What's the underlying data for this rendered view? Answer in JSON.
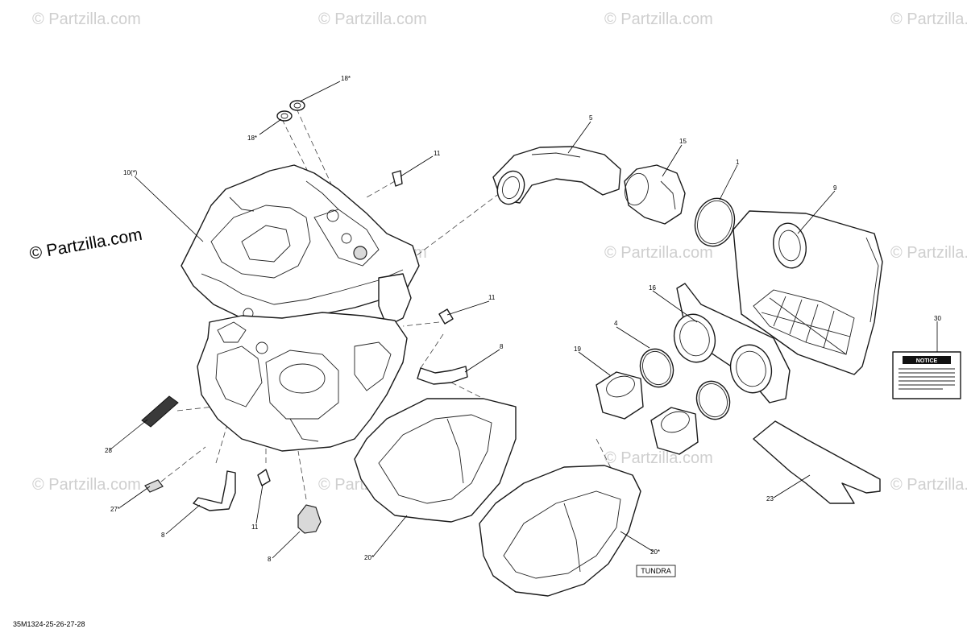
{
  "watermark": "© Partzilla.com",
  "copyright": "© Partzilla.com",
  "reference_code": "35M1324-25-26-27-28",
  "tundra_label": "TUNDRA",
  "notice_title": "NOTICE",
  "callouts": {
    "c18a": "18*",
    "c18b": "18*",
    "c11a": "11",
    "c10": "10(*)",
    "c5": "5",
    "c15": "15",
    "c1": "1",
    "c9": "9",
    "c16": "16",
    "c11b": "11",
    "c4": "4",
    "c8a": "8",
    "c19": "19",
    "c30": "30",
    "c28": "28",
    "c27": "27*",
    "c8b": "8",
    "c11c": "11",
    "c8c": "8",
    "c20a": "20*",
    "c20b": "20*",
    "c23": "23"
  }
}
